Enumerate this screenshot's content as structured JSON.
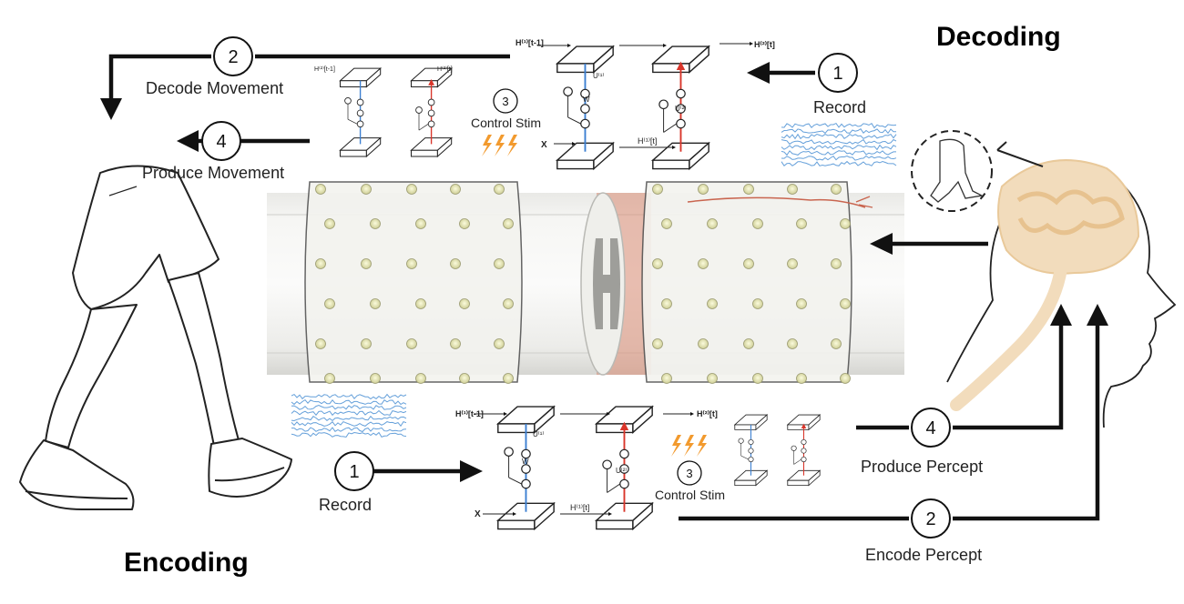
{
  "titles": {
    "decoding": "Decoding",
    "encoding": "Encoding"
  },
  "decoding": {
    "record": {
      "number": "1",
      "label": "Record"
    },
    "decode": {
      "number": "2",
      "label": "Decode Movement"
    },
    "stim": {
      "number": "3",
      "label": "Control Stim"
    },
    "produce": {
      "number": "4",
      "label": "Produce Movement"
    }
  },
  "encoding": {
    "record": {
      "number": "1",
      "label": "Record"
    },
    "encode": {
      "number": "2",
      "label": "Encode Percept"
    },
    "stim": {
      "number": "3",
      "label": "Control Stim"
    },
    "produce": {
      "number": "4",
      "label": "Produce Percept"
    }
  },
  "model_labels": {
    "h1_prev": "H⁽¹⁾[t-1]",
    "h2_prev": "H⁽²⁾[t-1]",
    "h1_now": "H⁽¹⁾[t]",
    "h2_now": "H⁽²⁾[t]",
    "x": "X",
    "w": "W",
    "u1": "U⁽¹⁾",
    "u2": "U⁽²⁾"
  },
  "colors": {
    "arrow": "#111111",
    "eeg_trace": "#4a8fd4",
    "stim_bolt": "#f29a2e",
    "brain_fill": "#f2dcbc",
    "spine_red": "#c9654f",
    "model_blue": "#3b7fd1",
    "model_red": "#d9352a"
  }
}
